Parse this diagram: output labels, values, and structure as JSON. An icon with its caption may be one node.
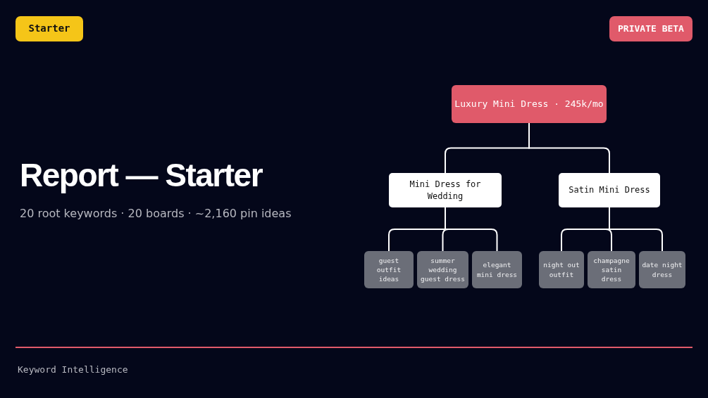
{
  "diagram": {
    "title": "Report — Starter",
    "nodes": [
      {
        "text": [
          "Starter"
        ]
      },
      {
        "text": [
          "PRIVATE BETA"
        ]
      },
      {
        "text": [
          "Luxury Mini Dress · 245k/mo"
        ]
      },
      {
        "text": [
          "Mini Dress for Wedding"
        ]
      },
      {
        "text": [
          "Satin Mini Dress"
        ]
      },
      {
        "text": [
          "guest outfit ideas"
        ]
      },
      {
        "text": [
          "summer wedding guest dress"
        ]
      },
      {
        "text": [
          "elegant mini dress"
        ]
      },
      {
        "text": [
          "night out outfit"
        ]
      },
      {
        "text": [
          "champagne satin dress"
        ]
      },
      {
        "text": [
          "date night dress"
        ]
      }
    ],
    "edges": [
      {
        "from": 2,
        "to": 3,
        "arrow": "none"
      },
      {
        "from": 2,
        "to": 4,
        "arrow": "none"
      },
      {
        "from": 3,
        "to": 5,
        "arrow": "none"
      },
      {
        "from": 3,
        "to": 6,
        "arrow": "none"
      },
      {
        "from": 3,
        "to": 7,
        "arrow": "none"
      },
      {
        "from": 4,
        "to": 8,
        "arrow": "none"
      },
      {
        "from": 4,
        "to": 9,
        "arrow": "none"
      },
      {
        "from": 4,
        "to": 10,
        "arrow": "none"
      }
    ],
    "labels": [
      "20 root keywords · 20 boards · ~2,160 pin ideas",
      "Keyword Intelligence"
    ]
  }
}
